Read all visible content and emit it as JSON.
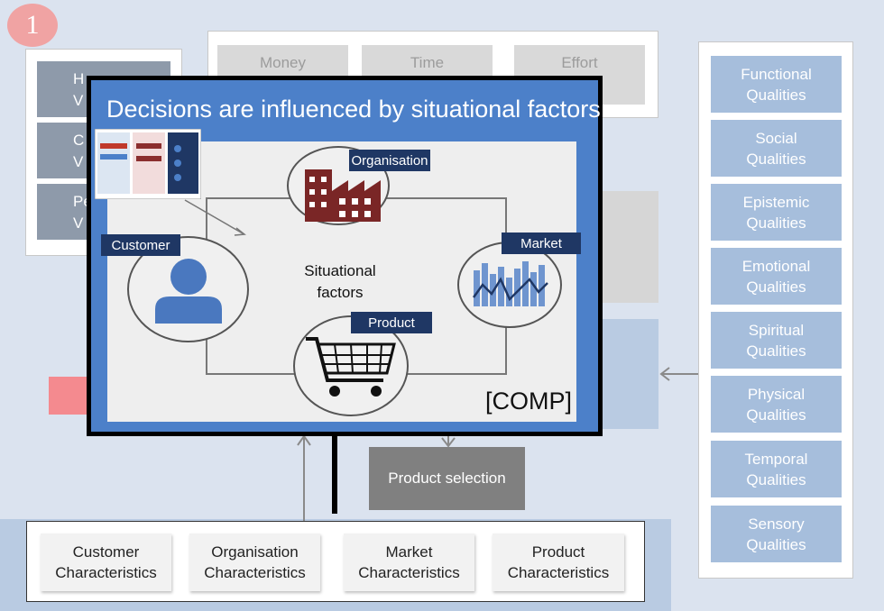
{
  "badge": {
    "number": "1"
  },
  "left_boxes": [
    "H\nV",
    "C\nV",
    "Pe\nV"
  ],
  "costs": [
    "Money",
    "Time",
    "Effort"
  ],
  "qualities": [
    {
      "l1": "Functional",
      "l2": "Qualities"
    },
    {
      "l1": "Social",
      "l2": "Qualities"
    },
    {
      "l1": "Epistemic",
      "l2": "Qualities"
    },
    {
      "l1": "Emotional",
      "l2": "Qualities"
    },
    {
      "l1": "Spiritual",
      "l2": "Qualities"
    },
    {
      "l1": "Physical",
      "l2": "Qualities"
    },
    {
      "l1": "Temporal",
      "l2": "Qualities"
    },
    {
      "l1": "Sensory",
      "l2": "Qualities"
    }
  ],
  "product_selection": "Product selection",
  "characteristics": [
    {
      "l1": "Customer",
      "l2": "Characteristics"
    },
    {
      "l1": "Organisation",
      "l2": "Characteristics"
    },
    {
      "l1": "Market",
      "l2": "Characteristics"
    },
    {
      "l1": "Product",
      "l2": "Characteristics"
    }
  ],
  "slide": {
    "title": "Decisions are influenced by situational factors",
    "center_l1": "Situational",
    "center_l2": "factors",
    "labels": {
      "organisation": "Organisation",
      "customer": "Customer",
      "market": "Market",
      "product": "Product"
    },
    "comp": "[COMP]"
  },
  "colors": {
    "slide_blue": "#4c80c9",
    "quality_blue": "#a6bedc",
    "label_navy": "#1f3764",
    "factory_red": "#7a2626",
    "accent_pink": "#f48a8f"
  }
}
